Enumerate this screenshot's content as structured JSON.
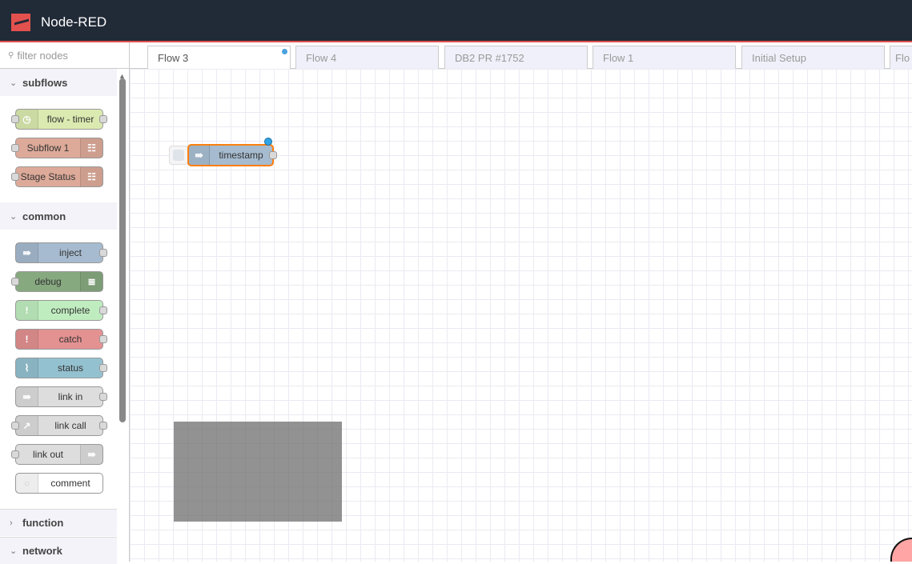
{
  "header": {
    "title": "Node-RED"
  },
  "palette": {
    "filter_placeholder": "filter nodes",
    "categories": [
      {
        "label": "subflows",
        "expanded": true,
        "nodes": [
          {
            "label": "flow - timer",
            "color": "#dbeab0",
            "icon": "timer-icon"
          },
          {
            "label": "Subflow 1",
            "color": "#ddaa99",
            "icon": "subflow-icon"
          },
          {
            "label": "Stage Status",
            "color": "#ddaa99",
            "icon": "subflow-icon"
          }
        ]
      },
      {
        "label": "common",
        "expanded": true,
        "nodes": [
          {
            "label": "inject",
            "color": "#a6bbcf",
            "icon": "arrow-in-icon"
          },
          {
            "label": "debug",
            "color": "#87a980",
            "icon": "debug-list-icon"
          },
          {
            "label": "complete",
            "color": "#c0edc0",
            "icon": "exclamation-icon"
          },
          {
            "label": "catch",
            "color": "#e49191",
            "icon": "exclamation-icon"
          },
          {
            "label": "status",
            "color": "#94c1d0",
            "icon": "pulse-icon"
          },
          {
            "label": "link in",
            "color": "#dddddd",
            "icon": "link-in-icon"
          },
          {
            "label": "link call",
            "color": "#dddddd",
            "icon": "link-call-icon"
          },
          {
            "label": "link out",
            "color": "#dddddd",
            "icon": "link-out-icon"
          },
          {
            "label": "comment",
            "color": "#ffffff",
            "icon": "comment-icon"
          }
        ]
      },
      {
        "label": "function",
        "expanded": false
      },
      {
        "label": "network",
        "expanded": true
      }
    ]
  },
  "tabs": [
    {
      "label": "Flow 3",
      "active": true
    },
    {
      "label": "Flow 4"
    },
    {
      "label": "DB2 PR #1752"
    },
    {
      "label": "Flow 1"
    },
    {
      "label": "Initial Setup"
    },
    {
      "label": "Flo"
    }
  ],
  "canvas": {
    "nodes": [
      {
        "label": "timestamp",
        "type": "inject",
        "selected": true,
        "changed": true
      }
    ]
  }
}
